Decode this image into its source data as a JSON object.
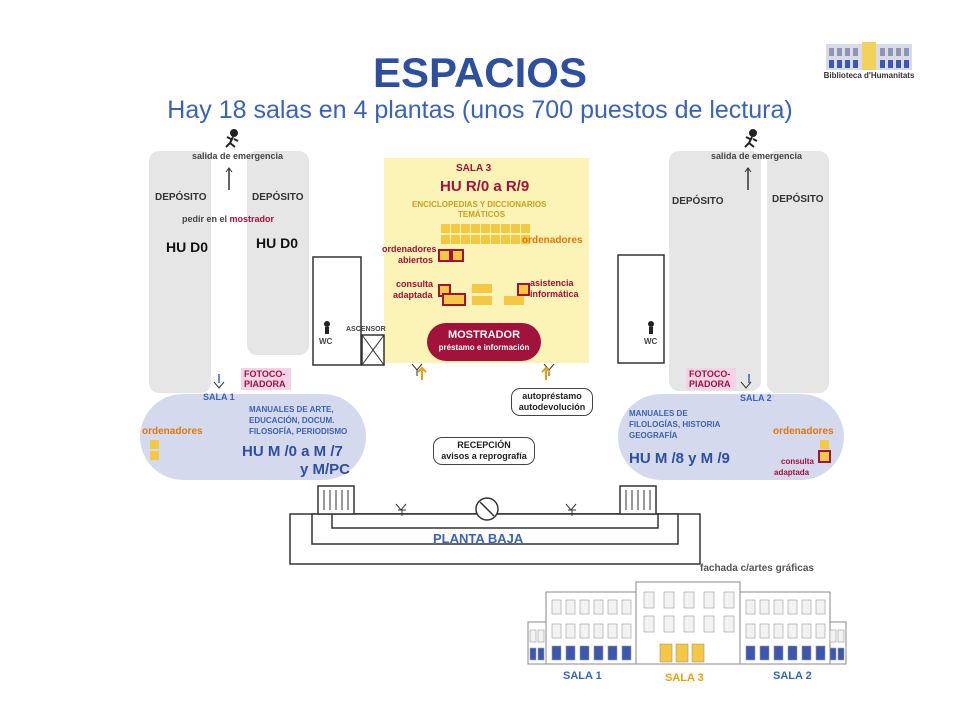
{
  "header": {
    "title": "ESPACIOS",
    "subtitle": "Hay 18 salas en 4 plantas (unos 700 puestos de lectura)",
    "logo_text": "Biblioteca d'Humanitats"
  },
  "map": {
    "left_wing": {
      "exit_label": "salida de emergencia",
      "deposit_a": "DEPÓSITO",
      "deposit_b": "DEPÓSITO",
      "request_prefix": "pedir en el",
      "request_highlight": "mostrador",
      "hu_a": "HU D0",
      "hu_b": "HU D0",
      "wc": "WC",
      "elevator": "ASCENSOR",
      "photocopier": [
        "FOTOCO-",
        "PIADORA"
      ]
    },
    "right_wing": {
      "exit_label": "salida de emergencia",
      "deposit_a": "DEPÓSITO",
      "deposit_b": "DEPÓSITO",
      "wc": "WC",
      "photocopier": [
        "FOTOCO-",
        "PIADORA"
      ]
    },
    "sala1": {
      "name": "SALA 1",
      "computers": "ordenadores",
      "subjects": [
        "MANUALES DE ARTE,",
        "EDUCACIÓN, DOCUM.",
        "FILOSOFÍA, PERIODISMO"
      ],
      "code1": "HU M /0 a M /7",
      "code2": "y M/PC"
    },
    "sala2": {
      "name": "SALA 2",
      "computers": "ordenadores",
      "subjects": [
        "MANUALES DE",
        "FILOLOGÍAS, HISTORIA",
        "GEOGRAFÍA"
      ],
      "code": "HU M /8  y  M /9",
      "consult": [
        "consulta",
        "adaptada"
      ]
    },
    "sala3": {
      "name": "SALA 3",
      "code": "HU R/0 a R/9",
      "subjects": [
        "ENCICLOPEDIAS Y DICCIONARIOS",
        "TEMÁTICOS"
      ],
      "computers": "ordenadores",
      "open_computers": [
        "ordenadores",
        "abiertos"
      ],
      "consult": [
        "consulta",
        "adaptada"
      ],
      "assistance": [
        "asistencia",
        "informática"
      ],
      "desk": "MOSTRADOR",
      "desk_sub": "préstamo e información"
    },
    "selfloan": [
      "autopréstamo",
      "autodevolución"
    ],
    "reception": [
      "RECEPCIÓN",
      "avisos a reprografía"
    ],
    "floor_label": "PLANTA BAJA"
  },
  "facade": {
    "caption": "fachada c/artes gráficas",
    "sala1": "SALA 1",
    "sala3": "SALA 3",
    "sala2": "SALA 2"
  },
  "colors": {
    "title": "#2e4fa0",
    "sala3_bg": "#fbf4b6",
    "sala_oval": "#d5d9ee",
    "desk": "#a3123a",
    "computers": "#e6750a"
  }
}
